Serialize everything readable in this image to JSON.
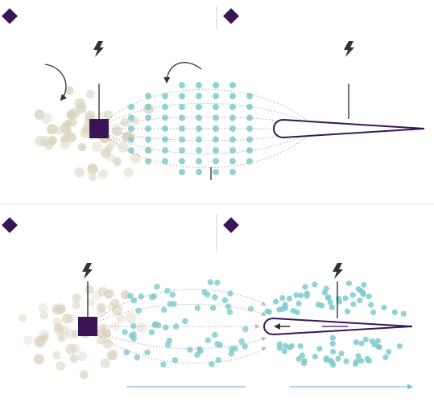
{
  "colors": {
    "background": "#ffffff",
    "accent_purple": "#3a1556",
    "electrode_dark": "#444444",
    "ion_teal": "#7ecad0",
    "neutral_tan": "#d9d2bd",
    "field_line": "#aaaaaa",
    "panel_divider": "#cccccc",
    "flow_arrow": "#7bbfe0"
  },
  "icons": {
    "corner_marker": "diamond-icon",
    "high_voltage": "lightning-bolt-icon",
    "rotation": "curved-arrow-icon",
    "airfoil": "airfoil-icon",
    "emitter": "square-emitter-icon",
    "thrust_arrow": "left-arrow-icon"
  },
  "panels": [
    {
      "id": "top",
      "markers": [
        "left",
        "right"
      ],
      "has_bolts": 2,
      "has_curved_arrows": 2,
      "has_flow_arrows": false
    },
    {
      "id": "bottom",
      "markers": [
        "left",
        "right"
      ],
      "has_bolts": 2,
      "has_curved_arrows": 0,
      "has_flow_arrows": true
    }
  ]
}
